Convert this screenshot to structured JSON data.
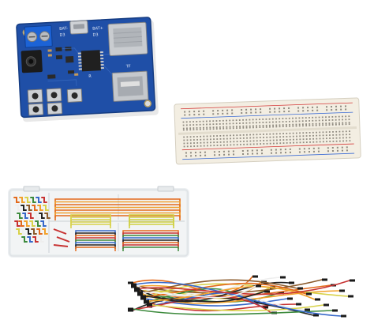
{
  "photo": {
    "background": "#ffffff",
    "items": [
      {
        "name": "mp3-decoder-board",
        "description_icon": "pcb-module-icon"
      },
      {
        "name": "solderless-breadboard",
        "description_icon": "breadboard-icon"
      },
      {
        "name": "jumper-wire-kit-box",
        "description_icon": "storage-box-icon"
      },
      {
        "name": "flexible-jumper-wires",
        "description_icon": "wire-bundle-icon"
      }
    ]
  },
  "pcb": {
    "labels": {
      "bat_top": "BAT-",
      "bat_top2": "BAT+",
      "led1": "D3",
      "led2": "D3",
      "sd_label": "TF",
      "ic_label": "R"
    },
    "colors": {
      "board": "#1e4fa5",
      "board_edge": "#153c82",
      "terminal": "#1d5fd0",
      "metal": "#c7c9cc"
    }
  },
  "breadboard": {
    "colors": {
      "body": "#f4efe3",
      "rail_red": "#d43b3b",
      "rail_blue": "#3b6bd4",
      "hole": "#8f8a80"
    }
  },
  "wires": {
    "colors": [
      "#e36a1c",
      "#f2a12b",
      "#d8d24a",
      "#3c8a3c",
      "#3668c9",
      "#c73232",
      "#eeeeee",
      "#222222",
      "#8b5a2b"
    ]
  }
}
